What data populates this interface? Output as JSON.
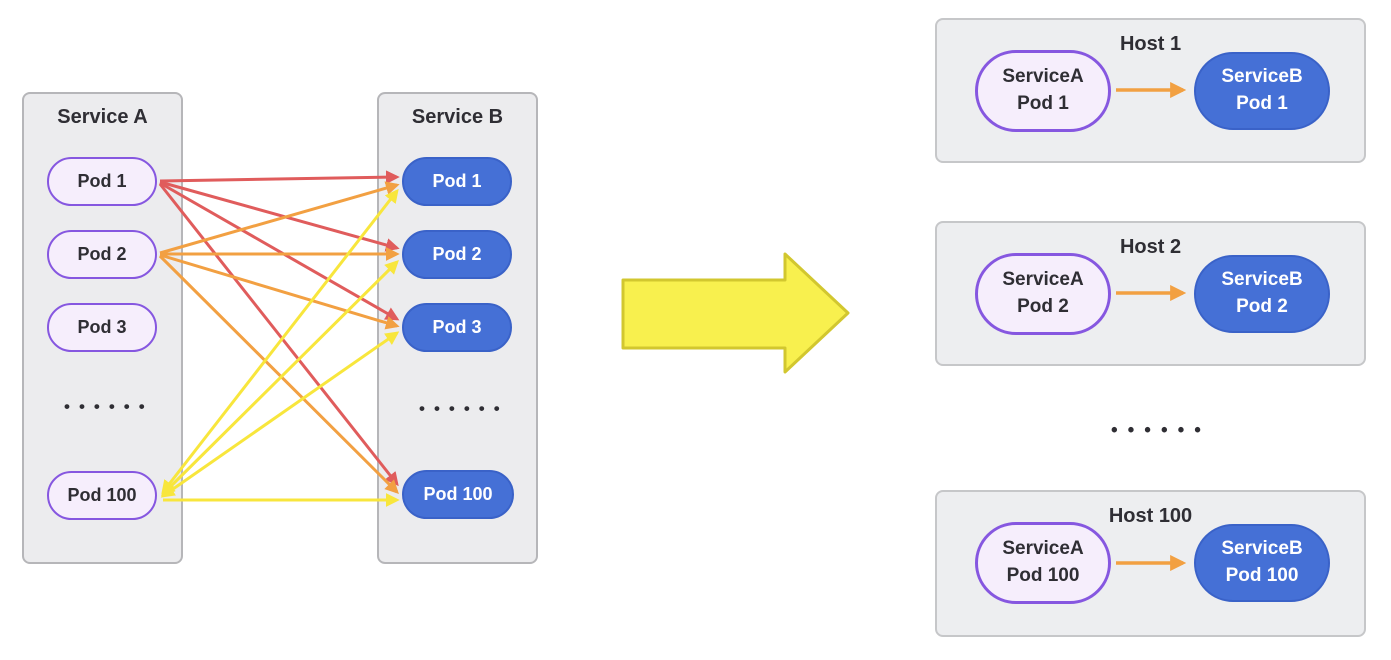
{
  "colors": {
    "red_arrow": "#e05c5c",
    "orange_arrow": "#f2a042",
    "yellow_arrow": "#f8e63c",
    "big_arrow_fill": "#f8f04e",
    "big_arrow_border": "#d2c72f",
    "pod_a_fill": "#f6eefc",
    "pod_a_border": "#8657e0",
    "pod_b_fill": "#4570d6",
    "pod_b_border": "#3a62c8",
    "container_fill": "#ececee",
    "container_border": "#b6b6b9",
    "host_fill": "#edeef0",
    "host_border": "#c6c7c9",
    "text_dark": "#2f2e34"
  },
  "before": {
    "service_a": {
      "title": "Service A",
      "pods": [
        "Pod 1",
        "Pod 2",
        "Pod 3"
      ],
      "ellipsis": "••••••",
      "last_pod": "Pod 100"
    },
    "service_b": {
      "title": "Service B",
      "pods": [
        "Pod 1",
        "Pod 2",
        "Pod 3"
      ],
      "ellipsis": "••••••",
      "last_pod": "Pod 100"
    },
    "connections": [
      {
        "from": "ServiceA Pod 1",
        "to": "ServiceB Pod 1",
        "color": "red"
      },
      {
        "from": "ServiceA Pod 1",
        "to": "ServiceB Pod 2",
        "color": "red"
      },
      {
        "from": "ServiceA Pod 1",
        "to": "ServiceB Pod 3",
        "color": "red"
      },
      {
        "from": "ServiceA Pod 1",
        "to": "ServiceB Pod 100",
        "color": "red"
      },
      {
        "from": "ServiceA Pod 2",
        "to": "ServiceB Pod 1",
        "color": "orange"
      },
      {
        "from": "ServiceA Pod 2",
        "to": "ServiceB Pod 2",
        "color": "orange"
      },
      {
        "from": "ServiceA Pod 2",
        "to": "ServiceB Pod 3",
        "color": "orange"
      },
      {
        "from": "ServiceA Pod 2",
        "to": "ServiceB Pod 100",
        "color": "orange"
      },
      {
        "from": "ServiceA Pod 100",
        "to": "ServiceB Pod 1",
        "color": "yellow",
        "bidirectional": true
      },
      {
        "from": "ServiceA Pod 100",
        "to": "ServiceB Pod 2",
        "color": "yellow",
        "bidirectional": true
      },
      {
        "from": "ServiceA Pod 100",
        "to": "ServiceB Pod 3",
        "color": "yellow",
        "bidirectional": true
      },
      {
        "from": "ServiceA Pod 100",
        "to": "ServiceB Pod 100",
        "color": "yellow"
      }
    ]
  },
  "after": {
    "ellipsis": "••••••",
    "hosts": [
      {
        "title": "Host 1",
        "pod_a_line1": "ServiceA",
        "pod_a_line2": "Pod 1",
        "pod_b_line1": "ServiceB",
        "pod_b_line2": "Pod 1"
      },
      {
        "title": "Host 2",
        "pod_a_line1": "ServiceA",
        "pod_a_line2": "Pod 2",
        "pod_b_line1": "ServiceB",
        "pod_b_line2": "Pod 2"
      },
      {
        "title": "Host 100",
        "pod_a_line1": "ServiceA",
        "pod_a_line2": "Pod 100",
        "pod_b_line1": "ServiceB",
        "pod_b_line2": "Pod 100"
      }
    ]
  }
}
